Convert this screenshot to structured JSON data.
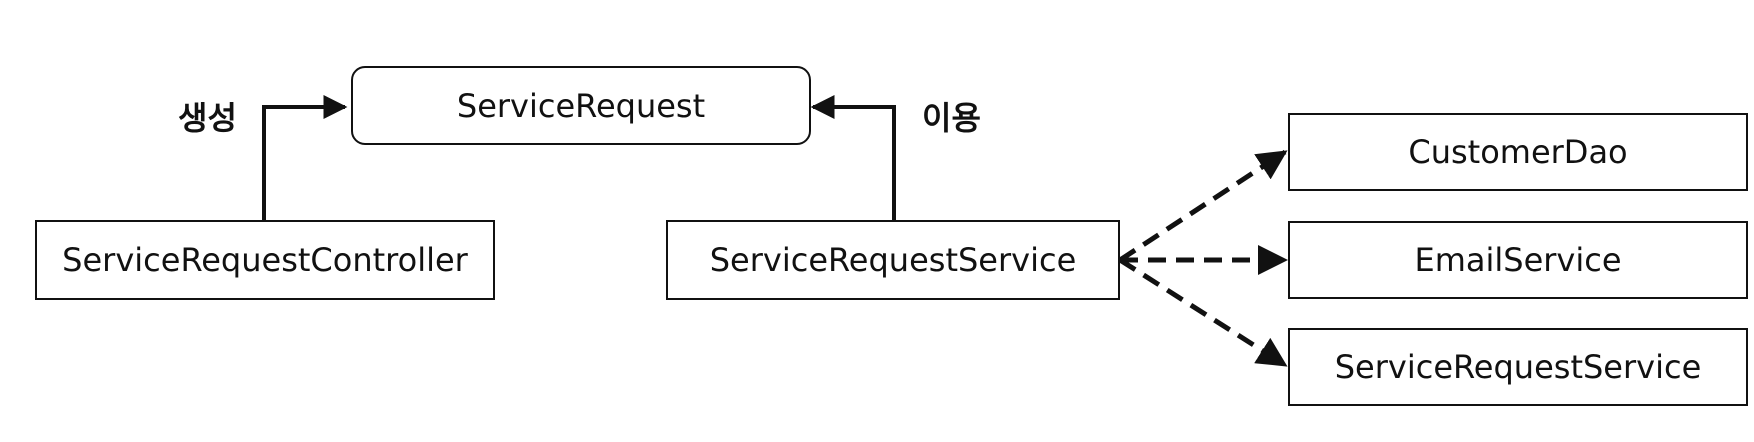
{
  "nodes": {
    "service_request": "ServiceRequest",
    "controller": "ServiceRequestController",
    "service": "ServiceRequestService",
    "customer_dao": "CustomerDao",
    "email_service": "EmailService",
    "service_request_service_dep": "ServiceRequestService"
  },
  "edge_labels": {
    "create": "생성",
    "use": "이용"
  },
  "colors": {
    "line": "#111111",
    "background": "#ffffff"
  }
}
